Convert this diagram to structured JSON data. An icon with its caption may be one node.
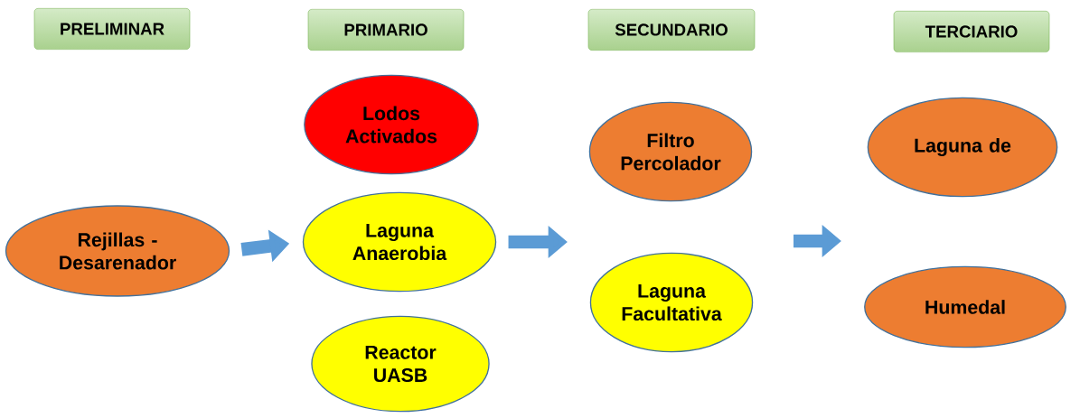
{
  "diagram": {
    "nodes": [
      {
        "text": [
          "PRELIMINAR"
        ]
      },
      {
        "text": [
          "PRIMARIO"
        ]
      },
      {
        "text": [
          "SECUNDARIO"
        ]
      },
      {
        "text": [
          "TERCIARIO"
        ]
      },
      {
        "text": [
          "Rejillas - Desarenador"
        ]
      },
      {
        "text": [
          "Lodos Activados"
        ]
      },
      {
        "text": [
          "Laguna Anaerobia"
        ]
      },
      {
        "text": [
          "Reactor UASB"
        ]
      },
      {
        "text": [
          "Filtro Percolador"
        ]
      },
      {
        "text": [
          "Laguna Facultativa"
        ]
      },
      {
        "text": [
          "Laguna de"
        ]
      },
      {
        "text": [
          "Humedal"
        ]
      }
    ],
    "edges": [
      {
        "from": 4,
        "to": 6,
        "arrow": "to"
      },
      {
        "from": 6,
        "to": null,
        "arrow": "to"
      }
    ]
  }
}
